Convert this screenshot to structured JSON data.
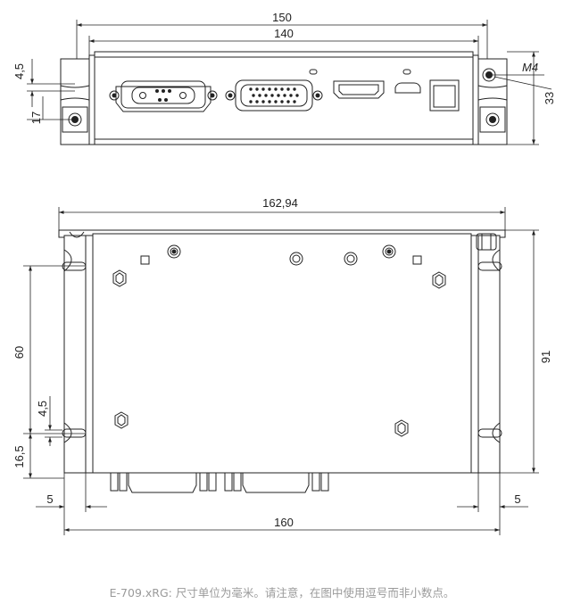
{
  "front_view": {
    "dim_overall_width": "150",
    "dim_inner_width": "140",
    "dim_height": "33",
    "dim_bracket_top": "4,5",
    "dim_hole_offset": "17",
    "screw_label": "M4"
  },
  "top_view": {
    "dim_top_width": "162,94",
    "dim_bottom_width": "160",
    "dim_depth": "91",
    "dim_slot_spacing": "60",
    "dim_slot_width": "4,5",
    "dim_slot_offset": "16,5",
    "dim_left_margin": "5",
    "dim_right_margin": "5"
  },
  "caption": "E-709.xRG: 尺寸单位为毫米。请注意，在图中使用逗号而非小数点。"
}
